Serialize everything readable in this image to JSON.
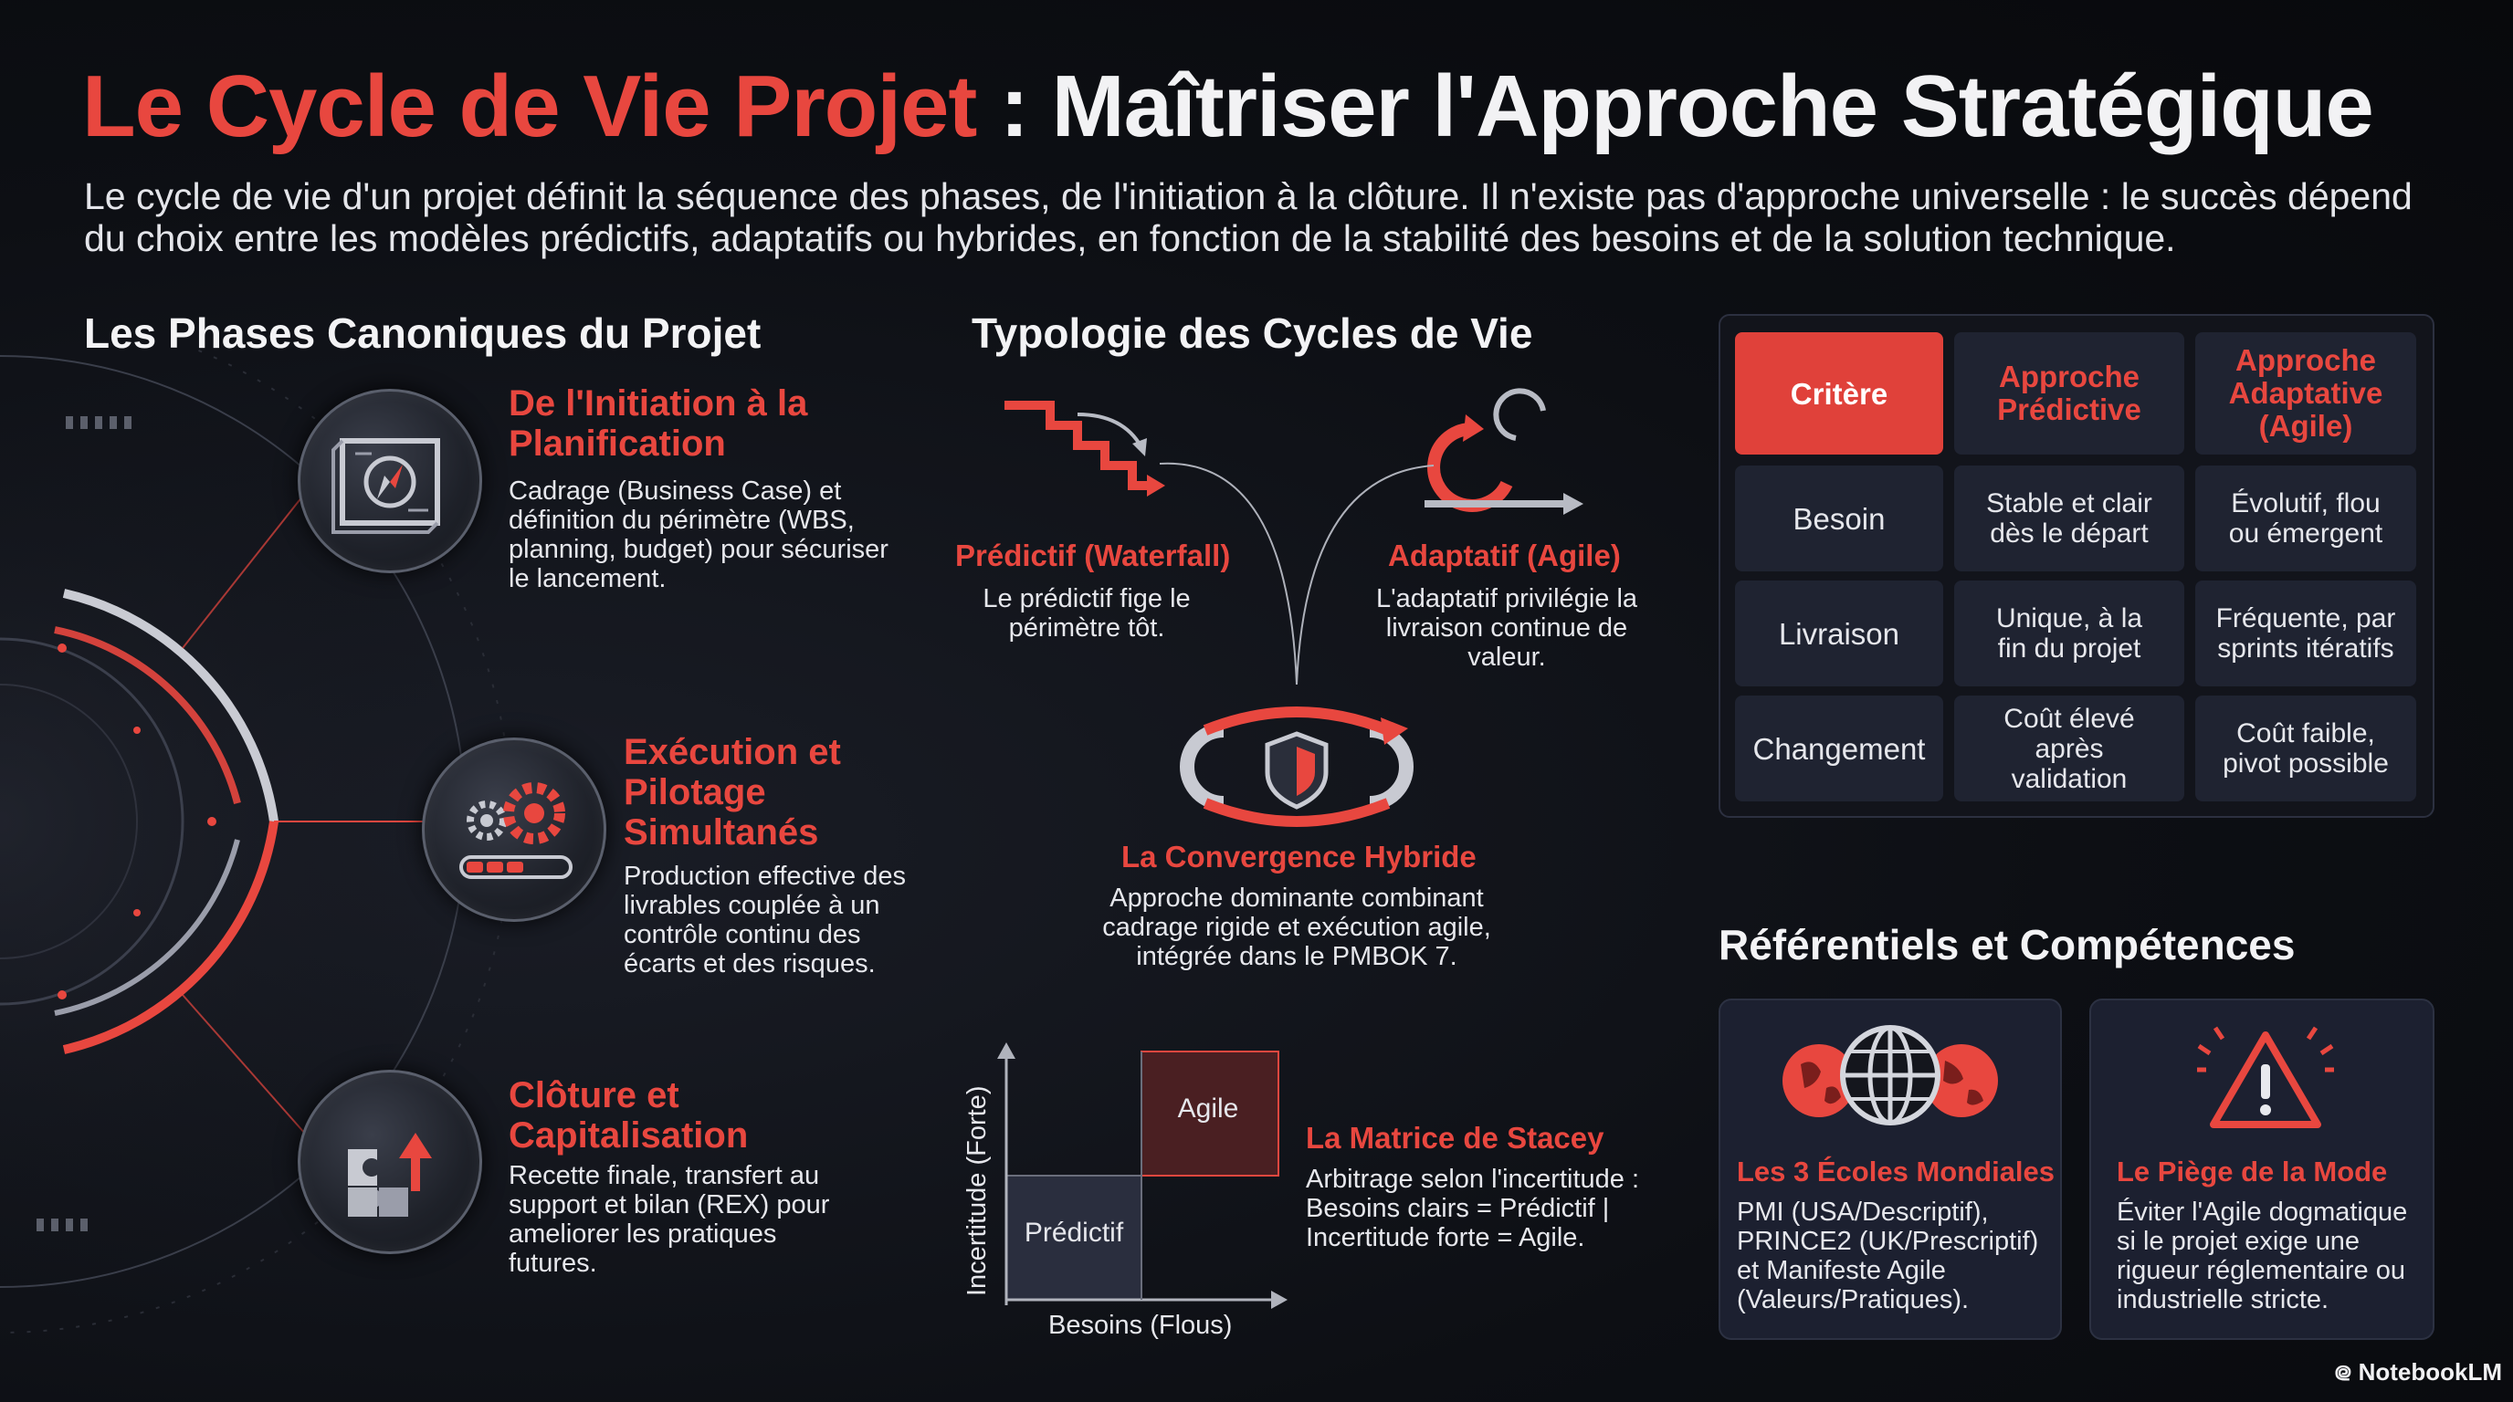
{
  "header": {
    "title_highlight": "Le Cycle de Vie Projet",
    "title_rest": " : Maîtriser l'Approche Stratégique",
    "intro": "Le cycle de vie d'un projet définit la séquence des phases, de l'initiation à la clôture. Il n'existe pas d'approche universelle : le succès dépend du choix entre les modèles prédictifs, adaptatifs ou hybrides, en fonction de la stabilité des besoins et de la solution technique."
  },
  "phases": {
    "heading": "Les Phases Canoniques du Projet",
    "items": [
      {
        "title": "De l'Initiation à la Planification",
        "desc": "Cadrage (Business Case) et définition du périmètre (WBS, planning, budget) pour sécuriser le lancement.",
        "icon": "blueprint-compass-icon"
      },
      {
        "title": "Exécution et Pilotage Simultanés",
        "desc": "Production effective des livrables couplée à un contrôle continu des écarts et des risques.",
        "icon": "gears-progress-icon"
      },
      {
        "title": "Clôture et Capitalisation",
        "desc": "Recette finale, transfert au support et bilan (REX) pour ameliorer les pratiques futures.",
        "icon": "puzzle-arrow-icon"
      }
    ]
  },
  "typology": {
    "heading": "Typologie des Cycles de Vie",
    "predictive_title": "Prédictif (Waterfall)",
    "predictive_desc": "Le prédictif fige le périmètre tôt.",
    "adaptive_title": "Adaptatif (Agile)",
    "adaptive_desc": "L'adaptatif privilégie la livraison continue de valeur.",
    "hybrid_title": "La Convergence Hybride",
    "hybrid_desc": "Approche dominante combinant cadrage rigide et exécution agile, intégrée dans le PMBOK 7."
  },
  "stacey": {
    "title": "La Matrice de Stacey",
    "desc": "Arbitrage selon l'incertitude : Besoins clairs = Prédictif | Incertitude forte = Agile.",
    "y_label": "Incertitude (Forte)",
    "x_label": "Besoins (Flous)",
    "q_agile": "Agile",
    "q_predictive": "Prédictif"
  },
  "table": {
    "header": [
      "Critère",
      "Approche Prédictive",
      "Approche Adaptative (Agile)"
    ],
    "rows": [
      [
        "Besoin",
        "Stable et clair dès le départ",
        "Évolutif, flou ou émergent"
      ],
      [
        "Livraison",
        "Unique, à la fin du projet",
        "Fréquente, par sprints itératifs"
      ],
      [
        "Changement",
        "Coût élevé après validation",
        "Coût faible, pivot possible"
      ]
    ]
  },
  "referentials": {
    "heading": "Référentiels et Compétences",
    "card1_title": "Les 3 Écoles Mondiales",
    "card1_desc": "PMI (USA/Descriptif), PRINCE2 (UK/Prescriptif) et Manifeste Agile (Valeurs/Pratiques).",
    "card2_title": "Le Piège de la Mode",
    "card2_desc": "Éviter l'Agile dogmatique si le projet exige une rigueur réglementaire ou industrielle stricte."
  },
  "branding": {
    "label": "NotebookLM"
  },
  "colors": {
    "accent": "#e8473f",
    "background": "#0d0f14",
    "cell": "#1f2331"
  }
}
